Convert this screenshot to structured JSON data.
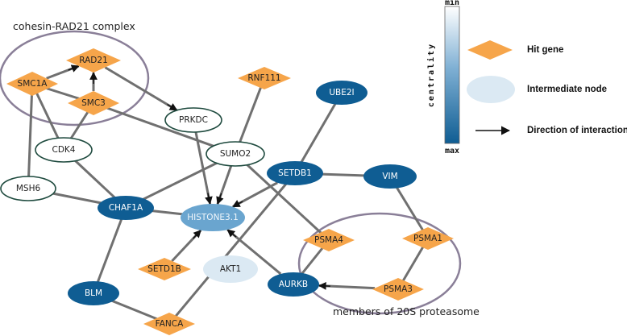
{
  "groups": {
    "cohesin": "cohesin-RAD21 complex",
    "proteasome": "members of 20S proteasome"
  },
  "nodes": {
    "RAD21": {
      "label": "RAD21",
      "kind": "hit"
    },
    "SMC1A": {
      "label": "SMC1A",
      "kind": "hit"
    },
    "SMC3": {
      "label": "SMC3",
      "kind": "hit"
    },
    "RNF111": {
      "label": "RNF111",
      "kind": "hit"
    },
    "SETD1B": {
      "label": "SETD1B",
      "kind": "hit"
    },
    "FANCA": {
      "label": "FANCA",
      "kind": "hit"
    },
    "PSMA4": {
      "label": "PSMA4",
      "kind": "hit"
    },
    "PSMA1": {
      "label": "PSMA1",
      "kind": "hit"
    },
    "PSMA3": {
      "label": "PSMA3",
      "kind": "hit"
    },
    "PRKDC": {
      "label": "PRKDC",
      "kind": "intermediate",
      "centrality": "min"
    },
    "CDK4": {
      "label": "CDK4",
      "kind": "intermediate",
      "centrality": "min"
    },
    "MSH6": {
      "label": "MSH6",
      "kind": "intermediate",
      "centrality": "min"
    },
    "SUMO2": {
      "label": "SUMO2",
      "kind": "intermediate",
      "centrality": "min"
    },
    "UBE2I": {
      "label": "UBE2I",
      "kind": "intermediate",
      "centrality": "max"
    },
    "SETDB1": {
      "label": "SETDB1",
      "kind": "intermediate",
      "centrality": "max"
    },
    "VIM": {
      "label": "VIM",
      "kind": "intermediate",
      "centrality": "max"
    },
    "CHAF1A": {
      "label": "CHAF1A",
      "kind": "intermediate",
      "centrality": "max"
    },
    "HISTONE31": {
      "label": "HISTONE3.1",
      "kind": "intermediate",
      "centrality": "mid"
    },
    "AKT1": {
      "label": "AKT1",
      "kind": "intermediate",
      "centrality": "low"
    },
    "AURKB": {
      "label": "AURKB",
      "kind": "intermediate",
      "centrality": "max"
    },
    "BLM": {
      "label": "BLM",
      "kind": "intermediate",
      "centrality": "max"
    }
  },
  "edges": [
    [
      "SMC1A",
      "CDK4"
    ],
    [
      "SMC1A",
      "MSH6"
    ],
    [
      "SMC3",
      "CDK4"
    ],
    [
      "SMC3",
      "SUMO2"
    ],
    [
      "CDK4",
      "CHAF1A"
    ],
    [
      "MSH6",
      "CHAF1A"
    ],
    [
      "CHAF1A",
      "SUMO2"
    ],
    [
      "CHAF1A",
      "HISTONE31"
    ],
    [
      "CHAF1A",
      "BLM"
    ],
    [
      "BLM",
      "FANCA"
    ],
    [
      "FANCA",
      "SETDB1"
    ],
    [
      "RNF111",
      "SUMO2"
    ],
    [
      "UBE2I",
      "SETDB1"
    ],
    [
      "SETDB1",
      "VIM"
    ],
    [
      "SUMO2",
      "PSMA4"
    ],
    [
      "PSMA4",
      "AURKB"
    ],
    [
      "VIM",
      "PSMA1"
    ],
    [
      "PSMA1",
      "PSMA3"
    ],
    [
      "SMC1A",
      "SMC3"
    ]
  ],
  "directed_edges": [
    [
      "SMC1A",
      "RAD21"
    ],
    [
      "SMC3",
      "RAD21"
    ],
    [
      "RAD21",
      "PRKDC"
    ],
    [
      "PRKDC",
      "HISTONE31"
    ],
    [
      "SUMO2",
      "HISTONE31"
    ],
    [
      "SETDB1",
      "HISTONE31"
    ],
    [
      "SETD1B",
      "HISTONE31"
    ],
    [
      "AURKB",
      "HISTONE31"
    ],
    [
      "PSMA3",
      "AURKB"
    ]
  ],
  "legend": {
    "hit_gene": "Hit gene",
    "intermediate_node": "Intermediate node",
    "direction": "Direction of interaction",
    "scale_min": "min",
    "scale_max": "max",
    "scale_title": "centrality"
  },
  "colors": {
    "hit": "#f6a54a",
    "centrality_max": "#0f5d93",
    "centrality_min": "#ffffff",
    "histone": "#6aa5cf",
    "akt1": "#dbe9f3",
    "intermediate_legend": "#dbe9f3",
    "edge": "#707070",
    "group_outline": "#8a7f98"
  }
}
